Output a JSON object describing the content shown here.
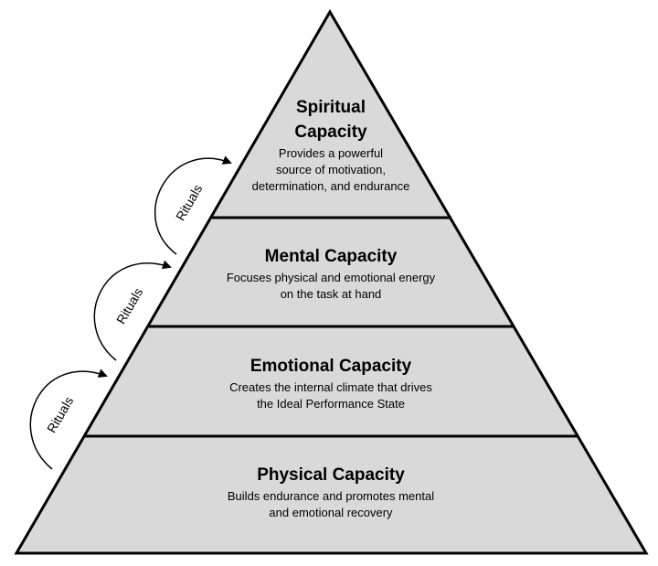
{
  "pyramid": {
    "fill": "#d9d9d9",
    "stroke": "#000000",
    "tiers": [
      {
        "title_lines": [
          "Spiritual",
          "Capacity"
        ],
        "desc_lines": [
          "Provides a powerful",
          "source of motivation,",
          "determination, and endurance"
        ]
      },
      {
        "title_lines": [
          "Mental Capacity"
        ],
        "desc_lines": [
          "Focuses physical and emotional energy",
          "on the task at hand"
        ]
      },
      {
        "title_lines": [
          "Emotional Capacity"
        ],
        "desc_lines": [
          "Creates the internal climate that drives",
          "the Ideal Performance State"
        ]
      },
      {
        "title_lines": [
          "Physical Capacity"
        ],
        "desc_lines": [
          "Builds endurance and promotes mental",
          "and emotional recovery"
        ]
      }
    ]
  },
  "rituals": [
    {
      "label": "Rituals"
    },
    {
      "label": "Rituals"
    },
    {
      "label": "Rituals"
    }
  ]
}
